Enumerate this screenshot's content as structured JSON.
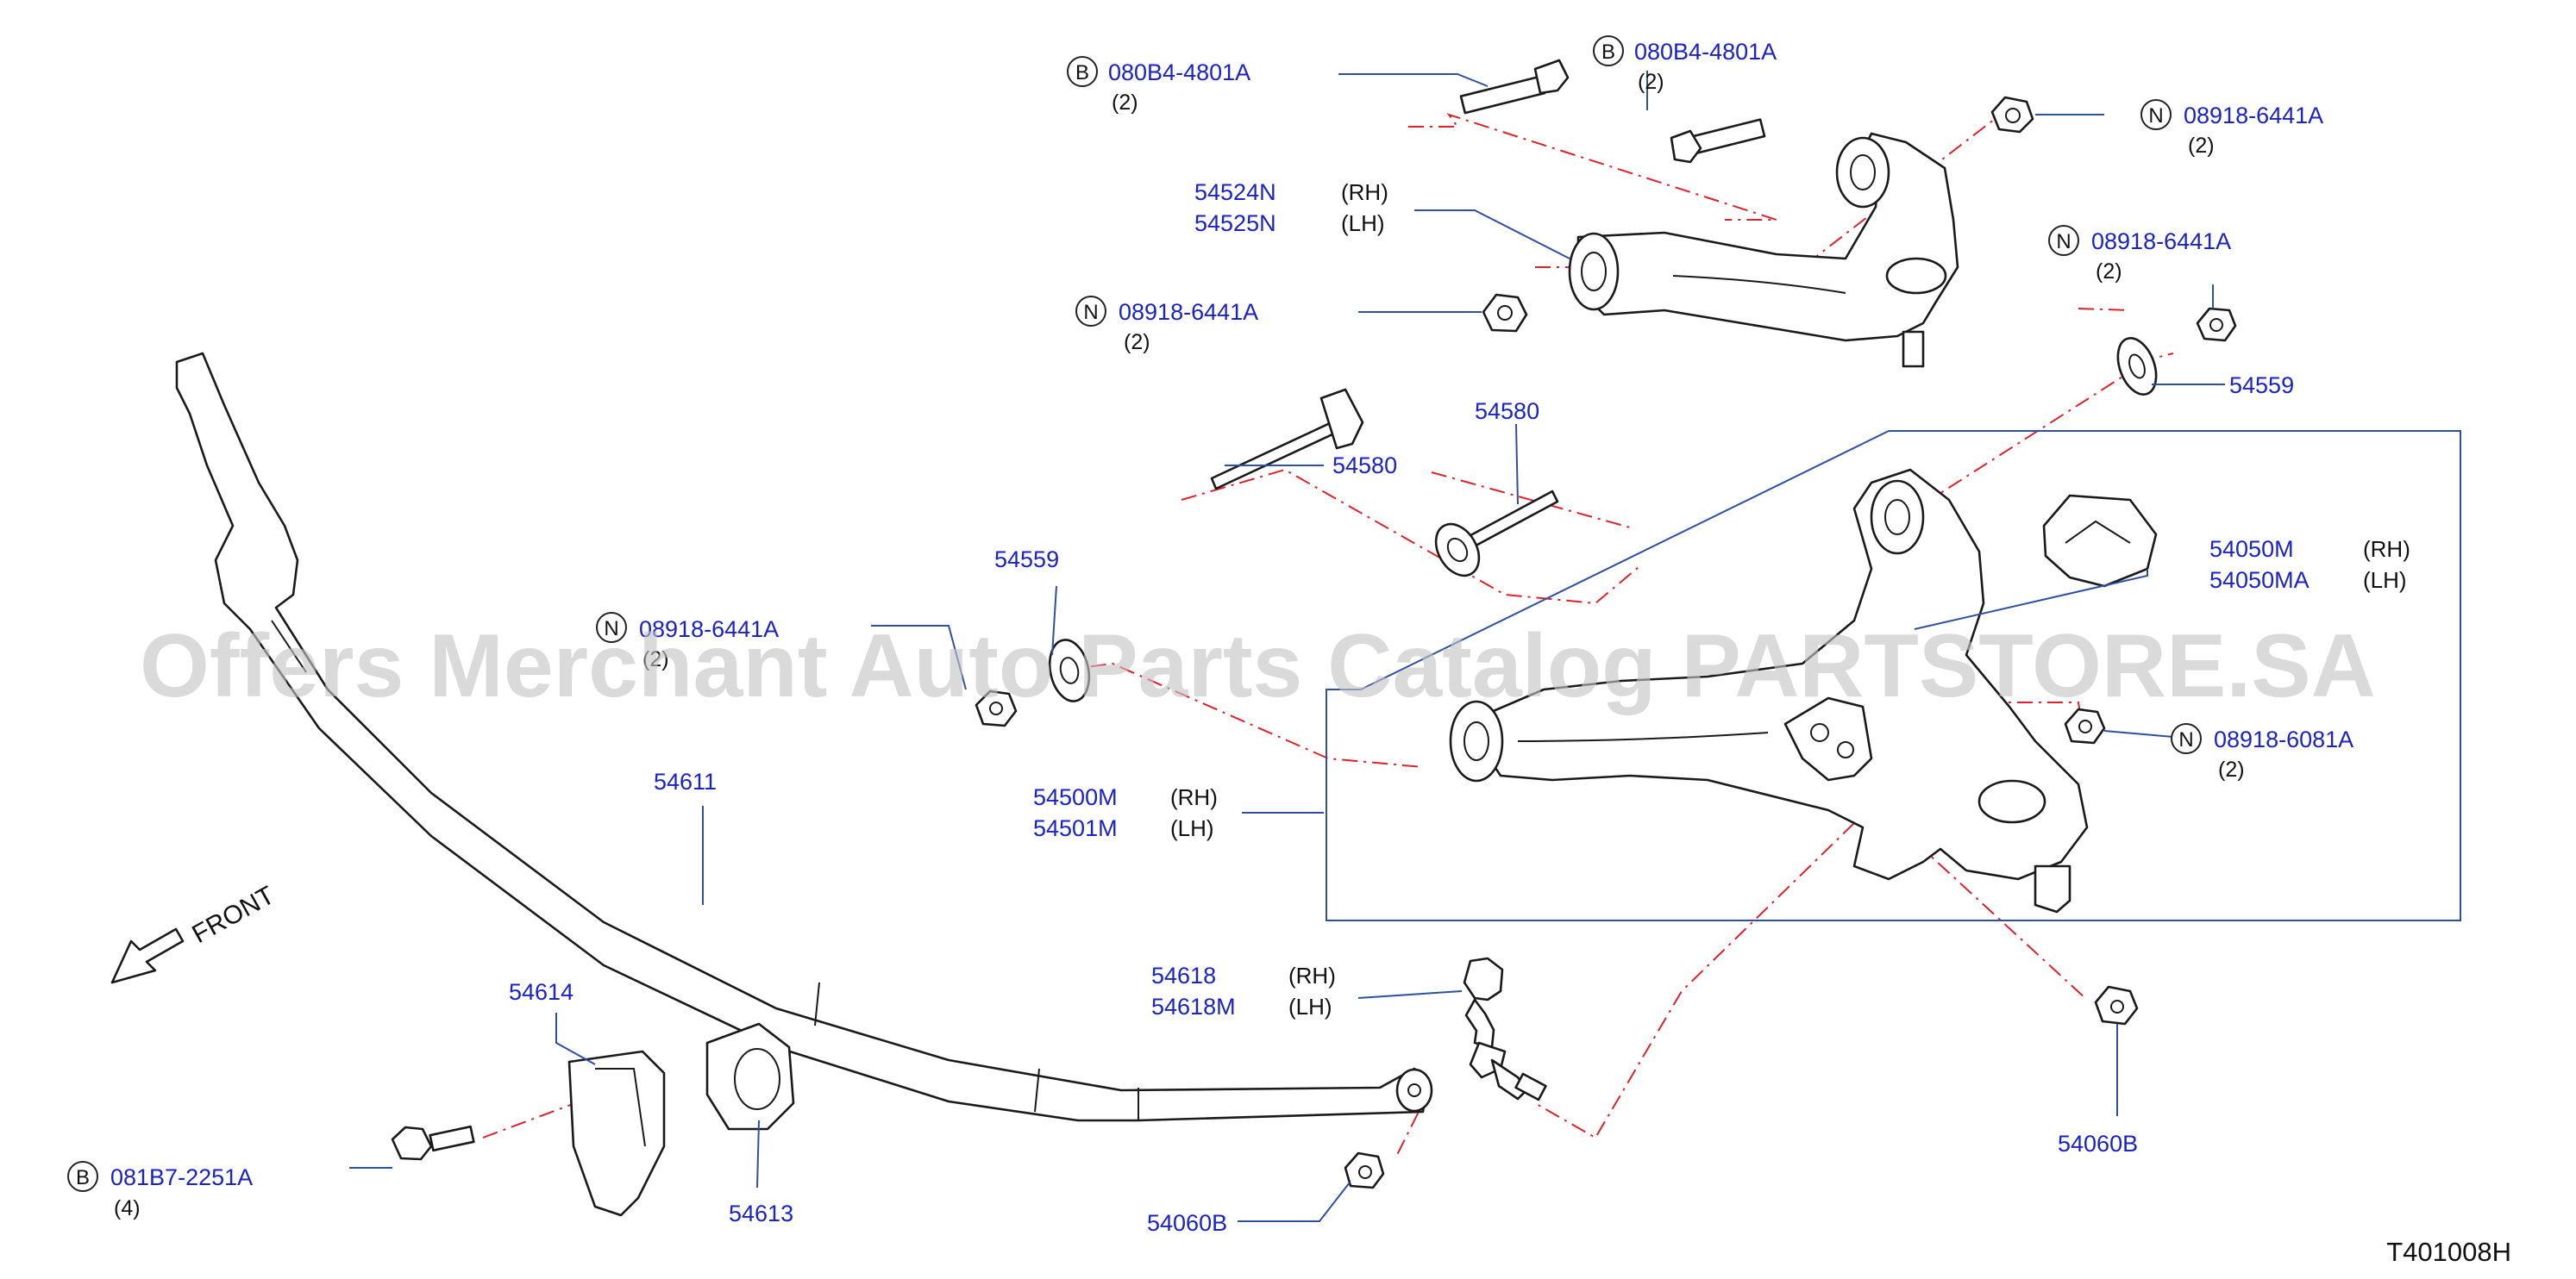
{
  "watermark": "Offers Merchant Auto Parts Catalog PARTSTORE.SA",
  "figure_code": "T401008H",
  "front_label": "FRONT",
  "callouts": [
    {
      "id": "b1",
      "circle": "B",
      "number": "080B4-4801A",
      "qty": "(2)"
    },
    {
      "id": "b2",
      "circle": "B",
      "number": "080B4-4801A",
      "qty": "(2)"
    },
    {
      "id": "n1",
      "circle": "N",
      "number": "08918-6441A",
      "qty": "(2)"
    },
    {
      "id": "uarm",
      "circle": "",
      "number": "54524N",
      "side": "(RH)",
      "number2": "54525N",
      "side2": "(LH)"
    },
    {
      "id": "n2",
      "circle": "N",
      "number": "08918-6441A",
      "qty": "(2)"
    },
    {
      "id": "n3",
      "circle": "N",
      "number": "08918-6441A",
      "qty": "(2)"
    },
    {
      "id": "c54559r",
      "circle": "",
      "number": "54559"
    },
    {
      "id": "c54580a",
      "circle": "",
      "number": "54580"
    },
    {
      "id": "c54580b",
      "circle": "",
      "number": "54580"
    },
    {
      "id": "c54050",
      "circle": "",
      "number": "54050M",
      "side": "(RH)",
      "number2": "54050MA",
      "side2": "(LH)"
    },
    {
      "id": "c54559l",
      "circle": "",
      "number": "54559"
    },
    {
      "id": "n4",
      "circle": "N",
      "number": "08918-6441A",
      "qty": "(2)"
    },
    {
      "id": "n5",
      "circle": "N",
      "number": "08918-6081A",
      "qty": "(2)"
    },
    {
      "id": "larm",
      "circle": "",
      "number": "54500M",
      "side": "(RH)",
      "number2": "54501M",
      "side2": "(LH)"
    },
    {
      "id": "c54611",
      "circle": "",
      "number": "54611"
    },
    {
      "id": "c54618",
      "circle": "",
      "number": "54618",
      "side": "(RH)",
      "number2": "54618M",
      "side2": "(LH)"
    },
    {
      "id": "c54614",
      "circle": "",
      "number": "54614"
    },
    {
      "id": "b3",
      "circle": "B",
      "number": "081B7-2251A",
      "qty": "(4)"
    },
    {
      "id": "c54613",
      "circle": "",
      "number": "54613"
    },
    {
      "id": "c54060l",
      "circle": "",
      "number": "54060B"
    },
    {
      "id": "c54060r",
      "circle": "",
      "number": "54060B"
    }
  ]
}
